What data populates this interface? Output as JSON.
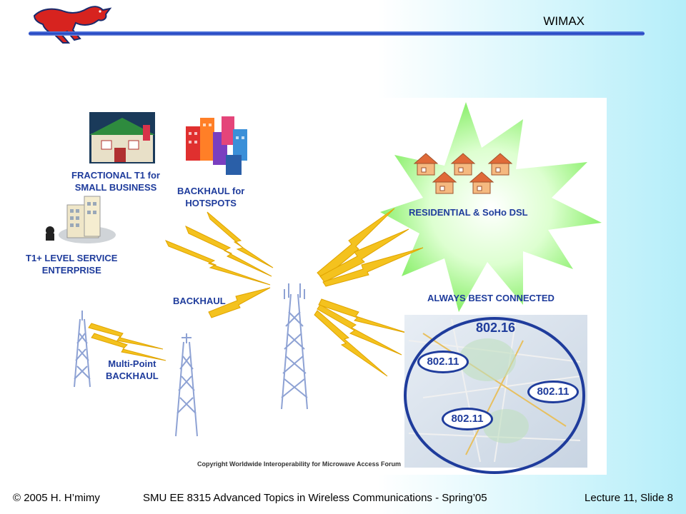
{
  "header": {
    "title": "WIMAX"
  },
  "diagram": {
    "labels": {
      "fractional": "FRACTIONAL T1 for SMALL BUSINESS",
      "fractional_l1": "FRACTIONAL T1 for",
      "fractional_l2": "SMALL BUSINESS",
      "backhaul_hotspots_l1": "BACKHAUL for",
      "backhaul_hotspots_l2": "HOTSPOTS",
      "enterprise_l1": "T1+ LEVEL SERVICE",
      "enterprise_l2": "ENTERPRISE",
      "backhaul": "BACKHAUL",
      "multipoint_l1": "Multi-Point",
      "multipoint_l2": "BACKHAUL",
      "residential": "RESIDENTIAL & SoHo DSL",
      "always_best": "ALWAYS BEST CONNECTED"
    },
    "map_labels": {
      "wimax": "802.16",
      "wifi_left": "802.11",
      "wifi_right": "802.11",
      "wifi_bottom": "802.11"
    },
    "copyright": "Copyright Worldwide Interoperability for Microwave Access Forum"
  },
  "footer": {
    "left": "© 2005 H. H’mimy",
    "center": "SMU EE 8315 Advanced Topics in Wireless Communications - Spring’05",
    "right": "Lecture 11, Slide 8"
  }
}
